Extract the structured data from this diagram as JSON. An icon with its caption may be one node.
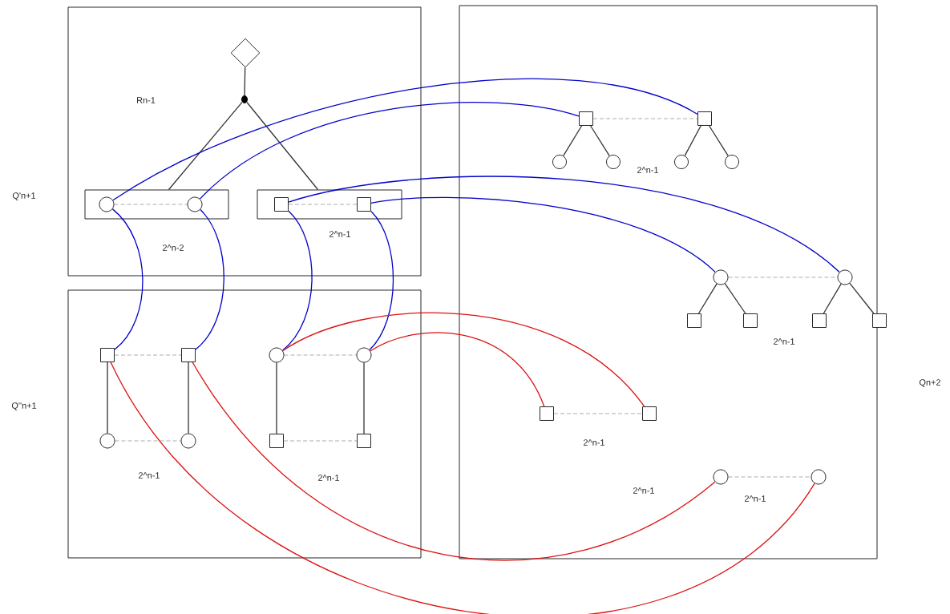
{
  "diagram": {
    "nodes": [
      {
        "text": [],
        "shape": "box"
      },
      {
        "text": [],
        "shape": "diamond",
        "in": 0
      },
      {
        "text": [],
        "shape": "dot",
        "in": 0
      },
      {
        "text": [],
        "shape": "box",
        "in": 0
      },
      {
        "text": [],
        "shape": "circle",
        "in": 3
      },
      {
        "text": [],
        "shape": "circle",
        "in": 3
      },
      {
        "text": [],
        "shape": "box",
        "in": 0
      },
      {
        "text": [],
        "shape": "box",
        "in": 6
      },
      {
        "text": [],
        "shape": "box",
        "in": 6
      },
      {
        "text": [],
        "shape": "box"
      },
      {
        "text": [],
        "shape": "box",
        "in": 9
      },
      {
        "text": [],
        "shape": "box",
        "in": 9
      },
      {
        "text": [],
        "shape": "circle",
        "in": 9
      },
      {
        "text": [],
        "shape": "circle",
        "in": 9
      },
      {
        "text": [],
        "shape": "circle",
        "in": 9
      },
      {
        "text": [],
        "shape": "circle",
        "in": 9
      },
      {
        "text": [],
        "shape": "box",
        "in": 9
      },
      {
        "text": [],
        "shape": "box",
        "in": 9
      },
      {
        "text": [],
        "shape": "box"
      },
      {
        "text": [],
        "shape": "box",
        "in": 18
      },
      {
        "text": [],
        "shape": "box",
        "in": 18
      },
      {
        "text": [],
        "shape": "circle",
        "in": 18
      },
      {
        "text": [],
        "shape": "circle",
        "in": 18
      },
      {
        "text": [],
        "shape": "circle",
        "in": 18
      },
      {
        "text": [],
        "shape": "circle",
        "in": 18
      },
      {
        "text": [],
        "shape": "circle",
        "in": 18
      },
      {
        "text": [],
        "shape": "circle",
        "in": 18
      },
      {
        "text": [],
        "shape": "box",
        "in": 18
      },
      {
        "text": [],
        "shape": "box",
        "in": 18
      },
      {
        "text": [],
        "shape": "box",
        "in": 18
      },
      {
        "text": [],
        "shape": "box"
      },
      {
        "text": [],
        "shape": "box",
        "in": 18
      },
      {
        "text": [],
        "shape": "box",
        "in": 18
      },
      {
        "text": [],
        "shape": "circle",
        "in": 18
      },
      {
        "text": [],
        "shape": "circle",
        "in": 18
      }
    ],
    "edges": [
      {
        "from": 1,
        "to": 2,
        "arrow": "none"
      },
      {
        "from": 2,
        "to": 3,
        "arrow": "none"
      },
      {
        "from": 2,
        "to": 6,
        "arrow": "none"
      },
      {
        "from": 4,
        "to": 5,
        "arrow": "none",
        "style": "dashed"
      },
      {
        "from": 7,
        "to": 8,
        "arrow": "none",
        "style": "dashed"
      },
      {
        "from": 10,
        "to": 11,
        "arrow": "none",
        "style": "dashed"
      },
      {
        "from": 10,
        "to": 12,
        "arrow": "none"
      },
      {
        "from": 11,
        "to": 13,
        "arrow": "none"
      },
      {
        "from": 12,
        "to": 13,
        "arrow": "none",
        "style": "dashed"
      },
      {
        "from": 14,
        "to": 15,
        "arrow": "none",
        "style": "dashed"
      },
      {
        "from": 14,
        "to": 16,
        "arrow": "none"
      },
      {
        "from": 15,
        "to": 17,
        "arrow": "none"
      },
      {
        "from": 16,
        "to": 17,
        "arrow": "none",
        "style": "dashed"
      },
      {
        "from": 19,
        "to": 20,
        "arrow": "none",
        "style": "dashed"
      },
      {
        "from": 19,
        "to": 21,
        "arrow": "none"
      },
      {
        "from": 19,
        "to": 22,
        "arrow": "none"
      },
      {
        "from": 20,
        "to": 23,
        "arrow": "none"
      },
      {
        "from": 20,
        "to": 24,
        "arrow": "none"
      },
      {
        "from": 25,
        "to": 26,
        "arrow": "none",
        "style": "dashed"
      },
      {
        "from": 25,
        "to": 27,
        "arrow": "none"
      },
      {
        "from": 25,
        "to": 28,
        "arrow": "none"
      },
      {
        "from": 26,
        "to": 29,
        "arrow": "none"
      },
      {
        "from": 26,
        "to": 30,
        "arrow": "none"
      },
      {
        "from": 31,
        "to": 32,
        "arrow": "none",
        "style": "dashed"
      },
      {
        "from": 33,
        "to": 34,
        "arrow": "none",
        "style": "dashed"
      },
      {
        "from": 4,
        "to": 20,
        "arrow": "none",
        "color": "#0000cc"
      },
      {
        "from": 5,
        "to": 19,
        "arrow": "none",
        "color": "#0000cc"
      },
      {
        "from": 7,
        "to": 26,
        "arrow": "none",
        "color": "#0000cc"
      },
      {
        "from": 8,
        "to": 25,
        "arrow": "none",
        "color": "#0000cc"
      },
      {
        "from": 4,
        "to": 10,
        "arrow": "none",
        "color": "#0000cc"
      },
      {
        "from": 5,
        "to": 11,
        "arrow": "none",
        "color": "#0000cc"
      },
      {
        "from": 7,
        "to": 14,
        "arrow": "none",
        "color": "#0000cc"
      },
      {
        "from": 8,
        "to": 15,
        "arrow": "none",
        "color": "#0000cc"
      },
      {
        "from": 14,
        "to": 32,
        "arrow": "none",
        "color": "#dd1111"
      },
      {
        "from": 15,
        "to": 31,
        "arrow": "none",
        "color": "#dd1111"
      },
      {
        "from": 10,
        "to": 34,
        "arrow": "none",
        "color": "#dd1111"
      },
      {
        "from": 11,
        "to": 33,
        "arrow": "none",
        "color": "#dd1111"
      }
    ],
    "labels": [
      "Rn-1",
      "2^n-1",
      "Q'n+1",
      "2^n-1",
      "2^n-2",
      "2^n-1",
      "Qn+2",
      "Q''n+1",
      "2^n-1",
      "2^n-1",
      "2^n-1",
      "2^n-1",
      "2^n-1"
    ]
  }
}
